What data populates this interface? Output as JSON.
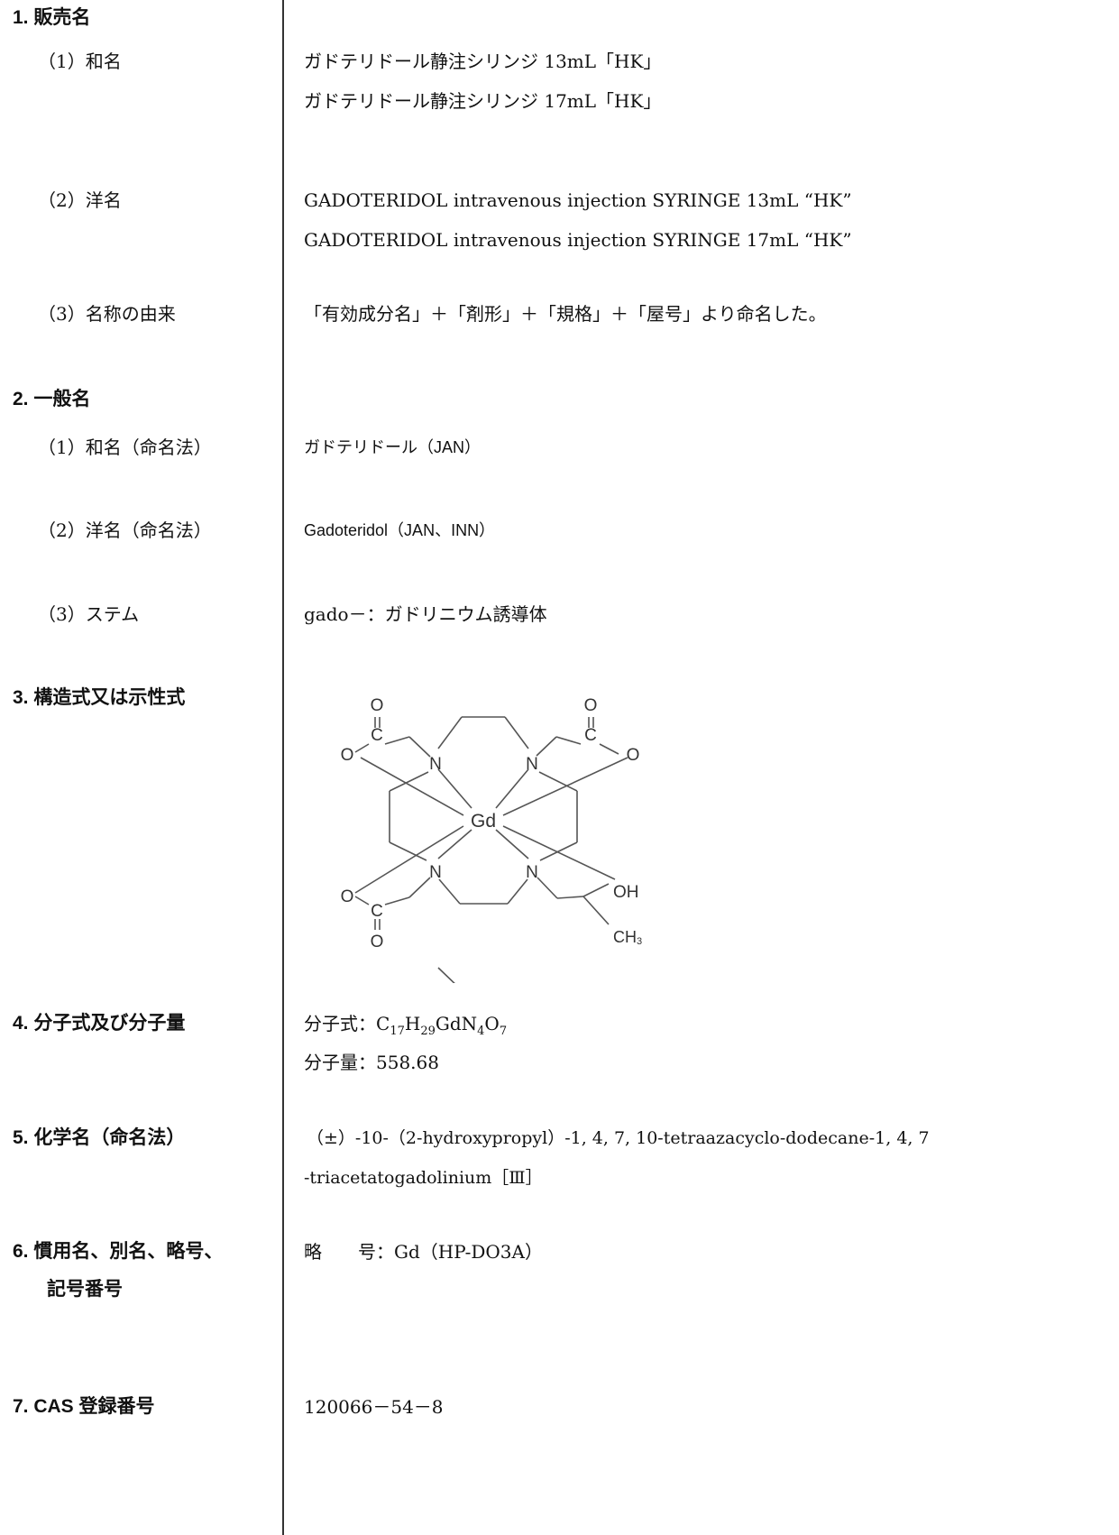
{
  "s1": {
    "heading": "1. 販売名",
    "r1": {
      "label": "（1）和名",
      "lines": [
        "ガドテリドール静注シリンジ 13mL「HK」",
        "ガドテリドール静注シリンジ 17mL「HK」"
      ]
    },
    "r2": {
      "label": "（2）洋名",
      "lines": [
        "GADOTERIDOL intravenous injection SYRINGE 13mL “HK”",
        "GADOTERIDOL intravenous injection SYRINGE 17mL “HK”"
      ]
    },
    "r3": {
      "label": "（3）名称の由来",
      "value": "「有効成分名」＋「剤形」＋「規格」＋「屋号」より命名した。"
    }
  },
  "s2": {
    "heading": "2. 一般名",
    "r1": {
      "label": "（1）和名（命名法）",
      "value": "ガドテリドール（JAN）"
    },
    "r2": {
      "label": "（2）洋名（命名法）",
      "value": "Gadoteridol（JAN、INN）"
    },
    "r3": {
      "label": "（3）ステム",
      "value": "gado－：ガドリニウム誘導体"
    }
  },
  "s3": {
    "heading": "3. 構造式又は示性式",
    "structure": {
      "metal": "Gd",
      "nitrogen": "N",
      "oxygen": "O",
      "carbon": "C",
      "hydroxyl": "OH",
      "methyl": "CH",
      "methyl_sub": "3"
    }
  },
  "s4": {
    "heading": "4. 分子式及び分子量",
    "formula_prefix": "分子式：",
    "formula": [
      {
        "t": "C"
      },
      {
        "t": "17",
        "sub": true
      },
      {
        "t": "H"
      },
      {
        "t": "29",
        "sub": true
      },
      {
        "t": "GdN"
      },
      {
        "t": "4",
        "sub": true
      },
      {
        "t": "O"
      },
      {
        "t": "7",
        "sub": true
      }
    ],
    "weight": "分子量：558.68"
  },
  "s5": {
    "heading": "5. 化学名（命名法）",
    "lines": [
      "（±）-10-（2-hydroxypropyl）-1, 4, 7, 10-tetraazacyclo-dodecane-1, 4, 7",
      "-triacetatogadolinium［Ⅲ］"
    ]
  },
  "s6": {
    "heading1": "6. 慣用名、別名、略号、",
    "heading2": "記号番号",
    "value": "略　　号：Gd（HP-DO3A）"
  },
  "s7": {
    "heading": "7. CAS 登録番号",
    "value": "120066－54－8"
  }
}
